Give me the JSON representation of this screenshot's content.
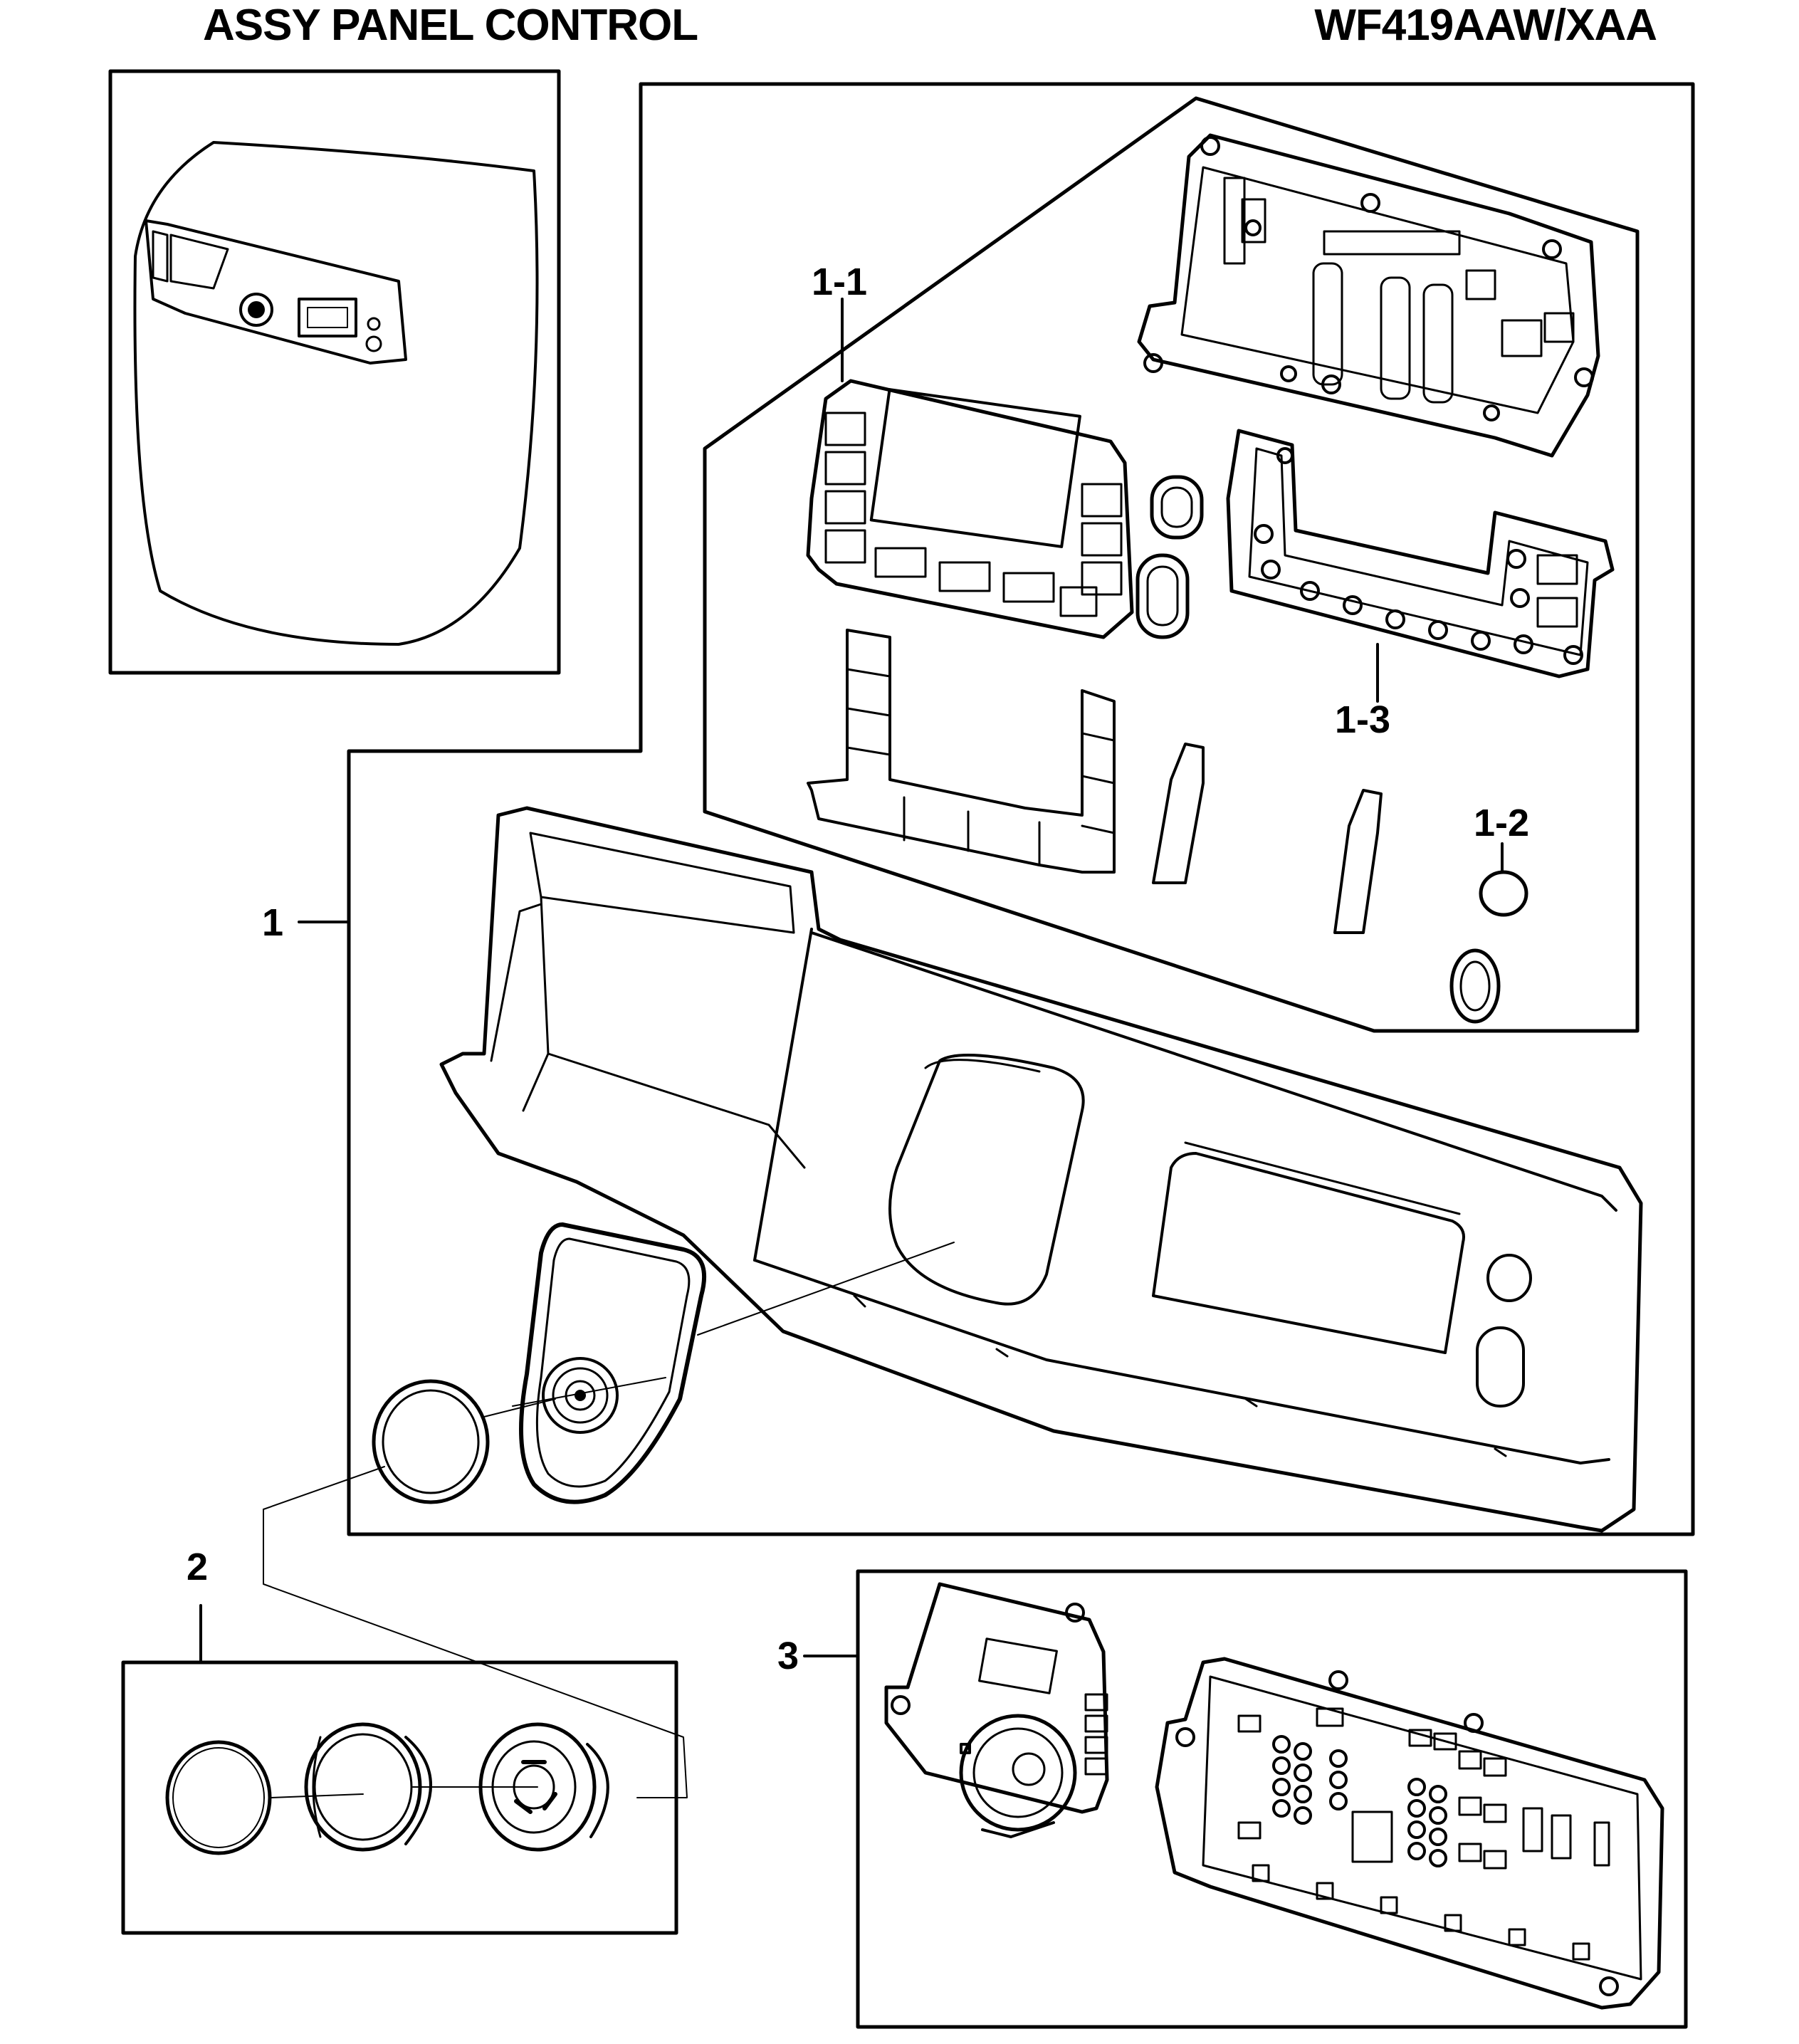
{
  "header": {
    "title": "ASSY PANEL CONTROL",
    "model": "WF419AAW/XAA"
  },
  "callouts": {
    "c1": "1",
    "c1_1": "1-1",
    "c1_2": "1-2",
    "c1_3": "1-3",
    "c2": "2",
    "c3": "3"
  }
}
